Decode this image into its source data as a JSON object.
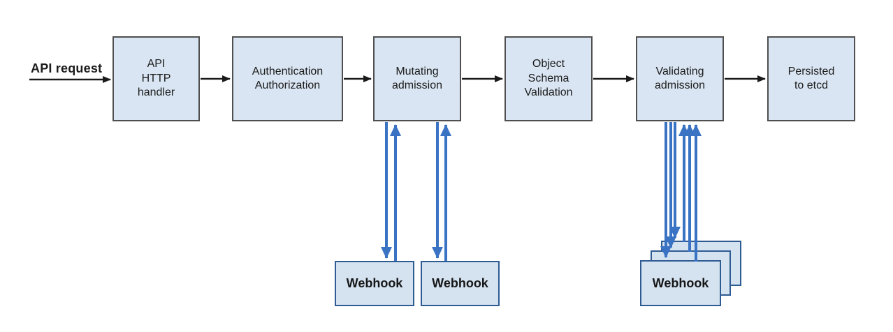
{
  "diagram": {
    "type": "flowchart",
    "request_label": "API request",
    "nodes": [
      {
        "id": "api-http-handler",
        "label": "API\nHTTP\nhandler"
      },
      {
        "id": "authentication-authorization",
        "label": "Authentication\nAuthorization"
      },
      {
        "id": "mutating-admission",
        "label": "Mutating\nadmission"
      },
      {
        "id": "object-schema-validation",
        "label": "Object\nSchema\nValidation"
      },
      {
        "id": "validating-admission",
        "label": "Validating\nadmission"
      },
      {
        "id": "persisted-to-etcd",
        "label": "Persisted\nto etcd"
      }
    ],
    "webhook_label": "Webhook",
    "webhooks": {
      "mutating_webhooks": 2,
      "validating_webhook_stack": 3
    },
    "edges": [
      {
        "from": "api-request",
        "to": "api-http-handler",
        "style": "black-arrow"
      },
      {
        "from": "api-http-handler",
        "to": "authentication-authorization",
        "style": "black-arrow"
      },
      {
        "from": "authentication-authorization",
        "to": "mutating-admission",
        "style": "black-arrow"
      },
      {
        "from": "mutating-admission",
        "to": "object-schema-validation",
        "style": "black-arrow"
      },
      {
        "from": "object-schema-validation",
        "to": "validating-admission",
        "style": "black-arrow"
      },
      {
        "from": "validating-admission",
        "to": "persisted-to-etcd",
        "style": "black-arrow"
      },
      {
        "from": "mutating-admission",
        "to": "webhook-1",
        "style": "blue-arrow",
        "bidirectional": true
      },
      {
        "from": "mutating-admission",
        "to": "webhook-2",
        "style": "blue-arrow",
        "bidirectional": true
      },
      {
        "from": "validating-admission",
        "to": "webhook-stack",
        "style": "blue-arrow",
        "bidirectional": true,
        "parallel_calls": 3
      }
    ],
    "colors": {
      "background": "#ffffff",
      "node_fill": "#d9e5f2",
      "node_border": "#4f4f4f",
      "webhook_fill": "#d5e3f1",
      "webhook_border": "#2f5b93",
      "flow_arrow": "#1a1a1a",
      "webhook_arrow": "#3b73c4",
      "text": "#1c1c1c"
    }
  }
}
